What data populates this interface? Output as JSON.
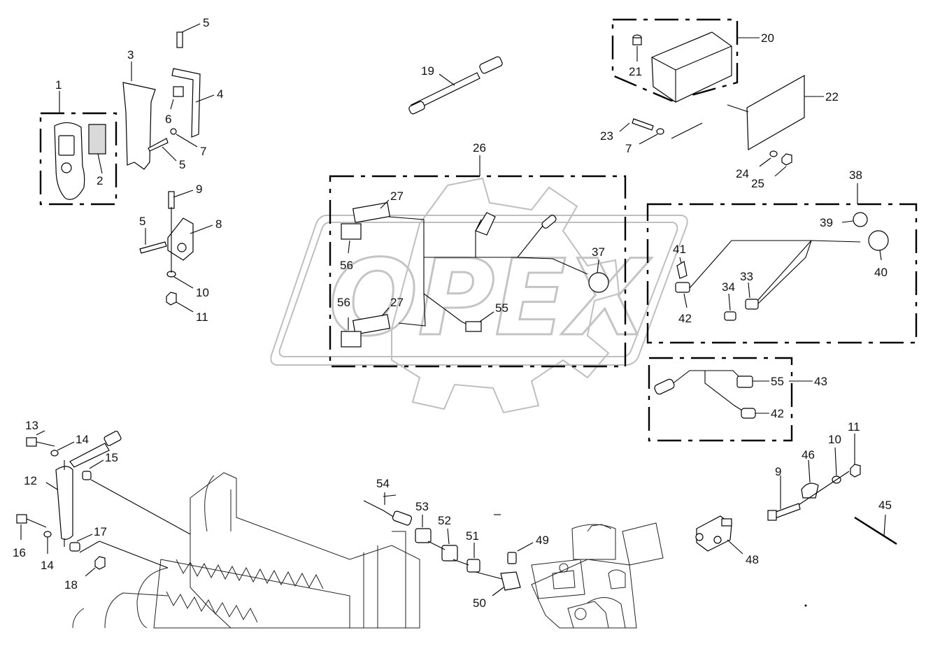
{
  "diagram": {
    "watermark": "OPEX",
    "callouts": {
      "c1": "1",
      "c2": "2",
      "c3": "3",
      "c4": "4",
      "c5a": "5",
      "c5b": "5",
      "c5c": "5",
      "c6": "6",
      "c7a": "7",
      "c7b": "7",
      "c8": "8",
      "c9a": "9",
      "c9b": "9",
      "c10a": "10",
      "c10b": "10",
      "c11a": "11",
      "c11b": "11",
      "c12": "12",
      "c13": "13",
      "c14a": "14",
      "c14b": "14",
      "c15": "15",
      "c16": "16",
      "c17": "17",
      "c18": "18",
      "c19": "19",
      "c20": "20",
      "c21": "21",
      "c22": "22",
      "c23": "23",
      "c24": "24",
      "c25": "25",
      "c26": "26",
      "c27a": "27",
      "c27b": "27",
      "c33": "33",
      "c34": "34",
      "c37": "37",
      "c38": "38",
      "c39": "39",
      "c40": "40",
      "c41": "41",
      "c42a": "42",
      "c42b": "42",
      "c43": "43",
      "c45": "45",
      "c46": "46",
      "c48": "48",
      "c49": "49",
      "c50": "50",
      "c51": "51",
      "c52": "52",
      "c53": "53",
      "c54": "54",
      "c55a": "55",
      "c55b": "55",
      "c56a": "56",
      "c56b": "56"
    }
  }
}
